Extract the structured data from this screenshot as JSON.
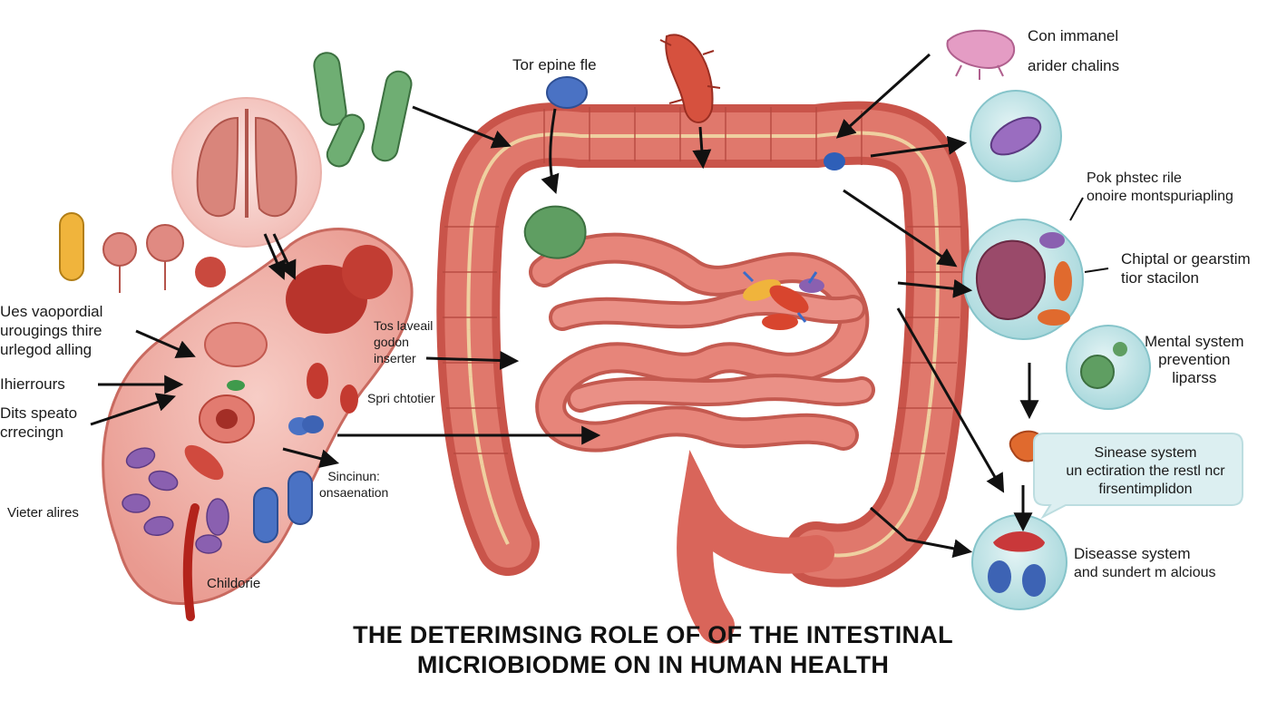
{
  "title": {
    "line1": "THE DETERIMSING ROLE OF OF THE INTESTINAL",
    "line2": "MICRIOBIODME ON IN HUMAN HEALTH"
  },
  "labels": {
    "uses": [
      "Ues vaopordial",
      "urougings thire",
      "urlegod alling"
    ],
    "ihierrours": [
      "Ihierrours"
    ],
    "dits": [
      "Dits speato",
      "crrecingn"
    ],
    "vieter": [
      "Vieter alires"
    ],
    "childorie": [
      "Childorie"
    ],
    "tos_laveail": [
      "Tos laveail",
      "godon",
      "inserter"
    ],
    "spri": [
      "Spri chtotier"
    ],
    "sincinun": [
      "Sincinun:",
      "onsaenation"
    ],
    "tor_epine": [
      "Tor epine fle"
    ],
    "con_immanel": [
      "Con immanel",
      "arider chalins"
    ],
    "pok": [
      "Pok phstec rile",
      "onoire montspuriapling"
    ],
    "chiptal": [
      "Chiptal or gearstim",
      "tior stacilon"
    ],
    "mental": [
      "Mental system",
      "prevention",
      "liparss"
    ],
    "sinease": [
      "Sinease system",
      "un ectiration the restl ncr",
      "firsentimplidon"
    ],
    "disease": [
      "Diseasse system",
      "and sundert m alcious"
    ]
  },
  "colors": {
    "intestine": "#d9655a",
    "intestine_dark": "#a83a30",
    "organ_fill": "#f2b6ae",
    "bubble": "#bfe3e6",
    "bubble_edge": "#86c4ca",
    "bacteria_green": "#6fae73",
    "bacteria_purple": "#8a60b0",
    "bacteria_blue": "#4a72c4",
    "arrow": "#111111"
  }
}
